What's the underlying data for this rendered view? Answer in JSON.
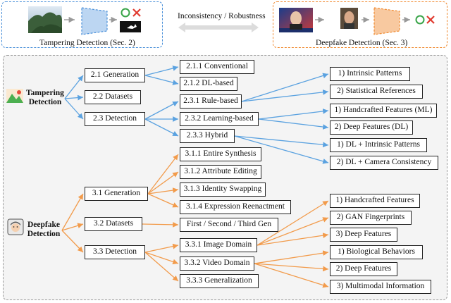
{
  "top": {
    "tampering_caption": "Tampering Detection (Sec. 2)",
    "deepfake_caption": "Deepfake Detection (Sec. 3)",
    "middle_label": "Inconsistency / Robustness"
  },
  "colors": {
    "tampering": "#4a90d9",
    "deepfake": "#f08a30",
    "panel_tampering_bg": "#e8f1fb",
    "panel_deepfake_bg": "#fdf0e4"
  },
  "tampering": {
    "title_line1": "Tampering",
    "title_line2": "Detection",
    "sections": [
      {
        "label": "2.1 Generation"
      },
      {
        "label": "2.2 Datasets"
      },
      {
        "label": "2.3 Detection"
      }
    ],
    "subsections": [
      {
        "label": "2.1.1 Conventional"
      },
      {
        "label": "2.1.2 DL-based"
      },
      {
        "label": "2.3.1 Rule-based"
      },
      {
        "label": "2.3.2 Learning-based"
      },
      {
        "label": "2.3.3 Hybrid"
      }
    ],
    "leaves": [
      {
        "label": "1) Intrinsic Patterns"
      },
      {
        "label": "2) Statistical References"
      },
      {
        "label": "1) Handcrafted Features (ML)"
      },
      {
        "label": "2) Deep Features (DL)"
      },
      {
        "label": "1) DL + Intrinsic Patterns"
      },
      {
        "label": "2) DL + Camera Consistency"
      }
    ]
  },
  "deepfake": {
    "title_line1": "Deepfake",
    "title_line2": "Detection",
    "sections": [
      {
        "label": "3.1 Generation"
      },
      {
        "label": "3.2 Datasets"
      },
      {
        "label": "3.3 Detection"
      }
    ],
    "subsections": [
      {
        "label": "3.1.1 Entire Synthesis"
      },
      {
        "label": "3.1.2 Attribute Editing"
      },
      {
        "label": "3.1.3 Identity Swapping"
      },
      {
        "label": "3.1.4 Expression Reenactment"
      },
      {
        "label": "First / Second / Third Gen"
      },
      {
        "label": "3.3.1 Image Domain"
      },
      {
        "label": "3.3.2 Video Domain"
      },
      {
        "label": "3.3.3 Generalization"
      }
    ],
    "leaves": [
      {
        "label": "1) Handcrafted Features"
      },
      {
        "label": "2) GAN Fingerprints"
      },
      {
        "label": "3) Deep Features"
      },
      {
        "label": "1) Biological Behaviors"
      },
      {
        "label": "2) Deep Features"
      },
      {
        "label": "3) Multimodal Information"
      }
    ]
  }
}
